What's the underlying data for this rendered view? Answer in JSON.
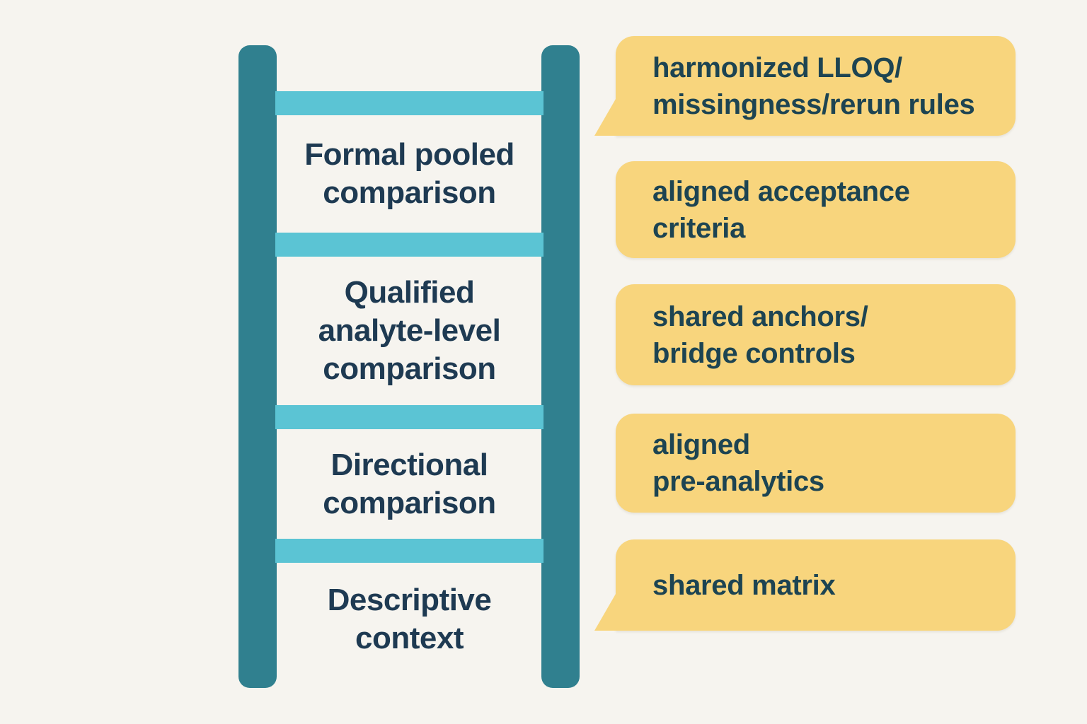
{
  "colors": {
    "bg": "#f6f4ef",
    "rail": "#30808f",
    "rung": "#5bc4d4",
    "bubble": "#f8d57d",
    "bubble_text": "#1d4452",
    "label_text": "#1e3a52"
  },
  "ladder": {
    "steps": [
      {
        "label": "Formal pooled\ncomparison"
      },
      {
        "label": "Qualified\nanalyte-level\ncomparison"
      },
      {
        "label": "Directional\ncomparison"
      },
      {
        "label": "Descriptive\ncontext"
      }
    ]
  },
  "callouts": [
    {
      "text": "harmonized LLOQ/\nmissingness/rerun rules",
      "has_tail": true
    },
    {
      "text": "aligned acceptance\ncriteria",
      "has_tail": false
    },
    {
      "text": "shared anchors/\nbridge controls",
      "has_tail": false
    },
    {
      "text": "aligned\npre-analytics",
      "has_tail": false
    },
    {
      "text": "shared matrix",
      "has_tail": true
    }
  ]
}
